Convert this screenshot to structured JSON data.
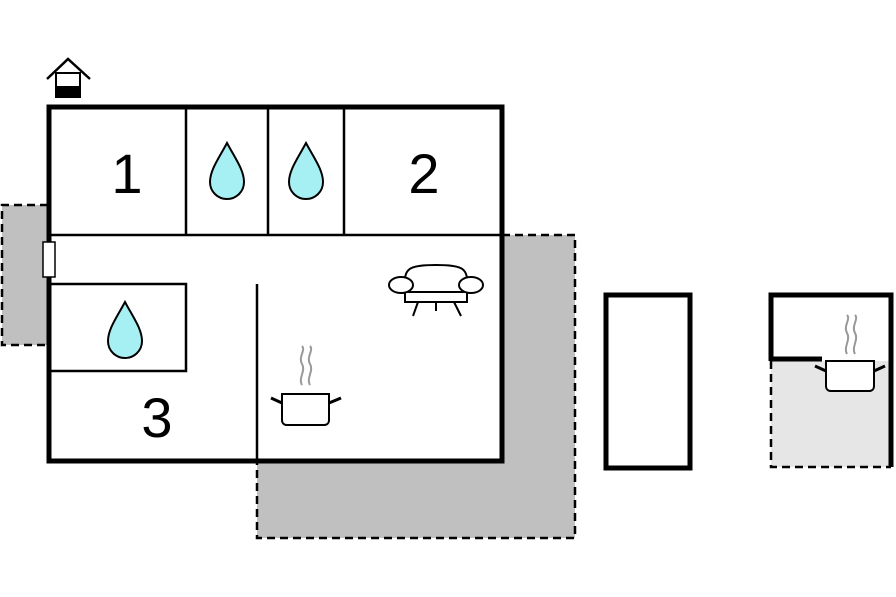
{
  "colors": {
    "wall": "#000000",
    "terrace": "#c0c0c0",
    "terrace_light": "#e6e6e6",
    "water": "#a6f0f4",
    "background": "#ffffff",
    "steam": "#999999"
  },
  "rooms": {
    "room_1": "1",
    "room_2": "2",
    "room_3": "3"
  },
  "icons": {
    "entrance": "house-entrance-icon",
    "bathroom": "water-drop-icon",
    "living_room": "sofa-icon",
    "kitchen": "cooking-pot-icon"
  }
}
